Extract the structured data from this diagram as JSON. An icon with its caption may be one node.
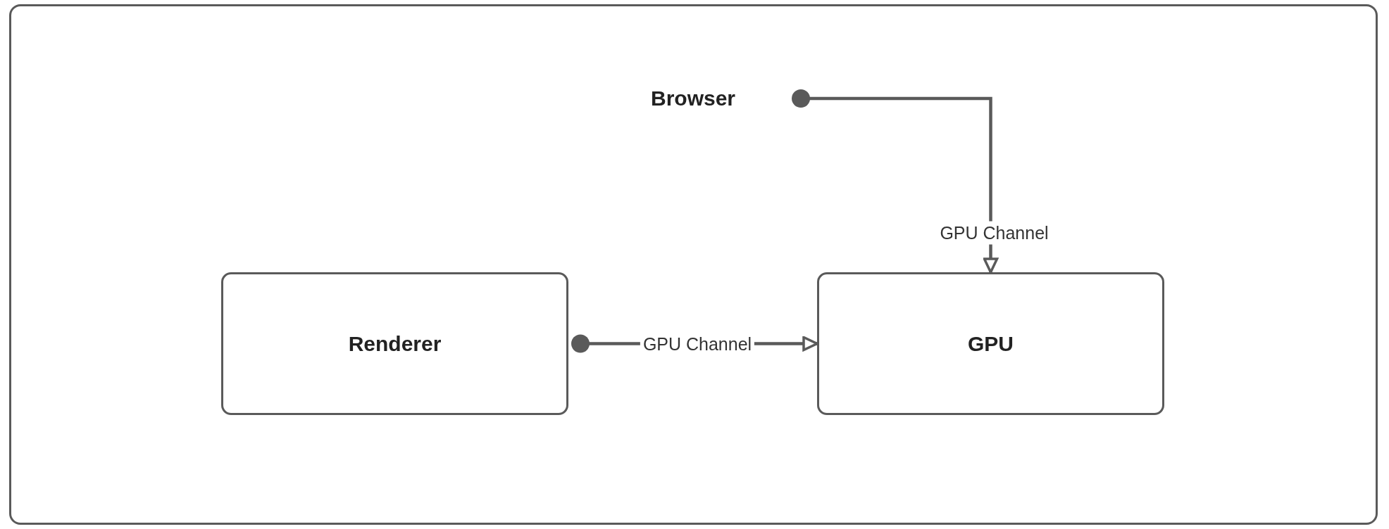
{
  "diagram": {
    "nodes": [
      {
        "text": [
          "Browser"
        ]
      },
      {
        "text": [
          "Renderer"
        ],
        "in": 0
      },
      {
        "text": [
          "GPU"
        ],
        "in": 0
      }
    ],
    "edges": [
      {
        "from": 0,
        "to": 2,
        "label": "GPU Channel",
        "arrow": "to"
      },
      {
        "from": 1,
        "to": 2,
        "label": "GPU Channel",
        "arrow": "to"
      }
    ]
  }
}
